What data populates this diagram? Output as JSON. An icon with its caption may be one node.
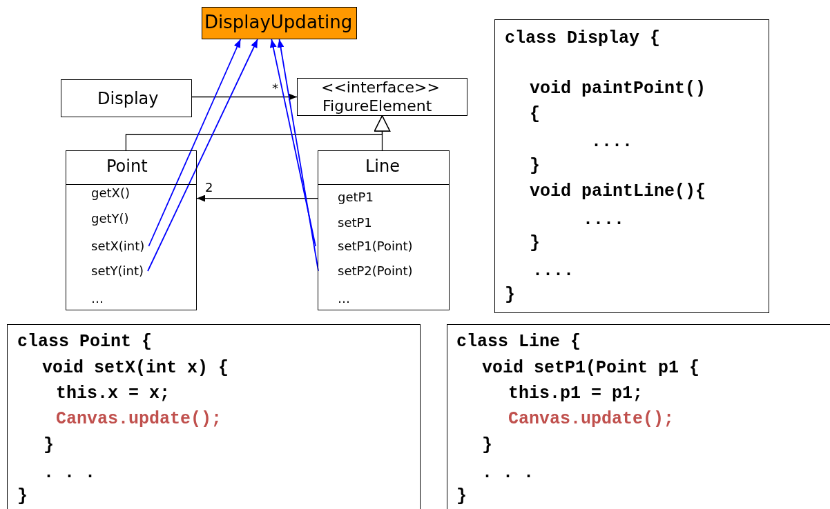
{
  "diagram": {
    "nodes": [
      {
        "text": [
          "DisplayUpdating"
        ]
      },
      {
        "text": [
          "Display"
        ]
      },
      {
        "text": [
          "<<interface>>",
          "FigureElement"
        ]
      },
      {
        "text": [
          "Point"
        ]
      },
      {
        "text": [
          "getX()"
        ],
        "in": 3
      },
      {
        "text": [
          "getY()"
        ],
        "in": 3
      },
      {
        "text": [
          "setX(int)"
        ],
        "in": 3
      },
      {
        "text": [
          "setY(int)"
        ],
        "in": 3
      },
      {
        "text": [
          "…"
        ],
        "in": 3
      },
      {
        "text": [
          "Line"
        ]
      },
      {
        "text": [
          "getP1"
        ],
        "in": 9
      },
      {
        "text": [
          "setP1"
        ],
        "in": 9
      },
      {
        "text": [
          "setP1(Point)"
        ],
        "in": 9
      },
      {
        "text": [
          "setP2(Point)"
        ],
        "in": 9
      },
      {
        "text": [
          "…"
        ],
        "in": 9
      },
      {
        "text": [
          "class Display {",
          "void paintPoint()",
          "{",
          "....",
          "}",
          "void paintLine(){",
          "....",
          "}",
          "....",
          "}"
        ]
      },
      {
        "text": [
          "class Point {",
          "void setX(int x) {",
          "this.x = x;",
          "Canvas.update();",
          "}",
          ". . .",
          "}"
        ]
      },
      {
        "text": [
          "class Line {",
          "void setP1(Point p1 {",
          "this.p1 = p1;",
          "Canvas.update();",
          "}",
          ". . .",
          "}"
        ]
      }
    ],
    "edges": [
      {
        "from": 1,
        "to": 2,
        "arrow": "to",
        "label": "*"
      },
      {
        "from": 3,
        "to": 2,
        "arrow": "to"
      },
      {
        "from": 9,
        "to": 2,
        "arrow": "to"
      },
      {
        "from": 9,
        "to": 3,
        "arrow": "to",
        "label": "2"
      },
      {
        "from": 6,
        "to": 0,
        "arrow": "to",
        "color": "#0000ff"
      },
      {
        "from": 7,
        "to": 0,
        "arrow": "to",
        "color": "#0000ff"
      },
      {
        "from": 12,
        "to": 0,
        "arrow": "to",
        "color": "#0000ff"
      },
      {
        "from": 13,
        "to": 0,
        "arrow": "to",
        "color": "#0000ff"
      }
    ]
  }
}
